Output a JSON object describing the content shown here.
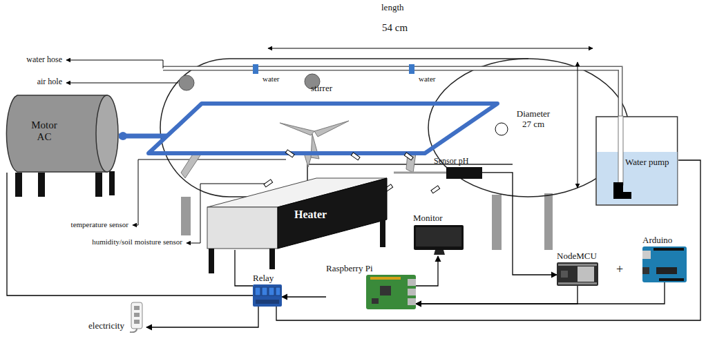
{
  "diagram": {
    "nodes": [
      {
        "text": [
          "Motor AC"
        ]
      },
      {
        "text": [
          "Sensor pH"
        ]
      },
      {
        "text": [
          "Water pump"
        ]
      },
      {
        "text": [
          "Heater"
        ]
      },
      {
        "text": [
          "Monitor"
        ]
      },
      {
        "text": [
          "Raspberry Pi"
        ]
      },
      {
        "text": [
          "Relay"
        ]
      },
      {
        "text": [
          "NodeMCU"
        ]
      },
      {
        "text": [
          "Arduino"
        ]
      },
      {
        "text": [
          "electricity"
        ]
      }
    ],
    "edges": [
      {
        "from": 6,
        "to": 0,
        "arrow": "none"
      },
      {
        "from": 6,
        "to": 3,
        "arrow": "none"
      },
      {
        "from": 5,
        "to": 6,
        "arrow": "to"
      },
      {
        "from": 5,
        "to": 4,
        "arrow": "to"
      },
      {
        "from": 7,
        "to": 5,
        "arrow": "to"
      },
      {
        "from": 8,
        "to": 5,
        "arrow": "to"
      },
      {
        "from": 1,
        "to": 7,
        "arrow": "to"
      },
      {
        "from": 6,
        "to": 9,
        "arrow": "to"
      },
      {
        "from": 6,
        "to": 2,
        "arrow": "none"
      }
    ],
    "labels": [
      "length",
      "54 cm",
      "water hose",
      "air hole",
      "water",
      "water",
      "stirrer",
      "Diameter 27 cm",
      "temperature sensor",
      "humidity/soil moisture sensor",
      "+"
    ]
  }
}
